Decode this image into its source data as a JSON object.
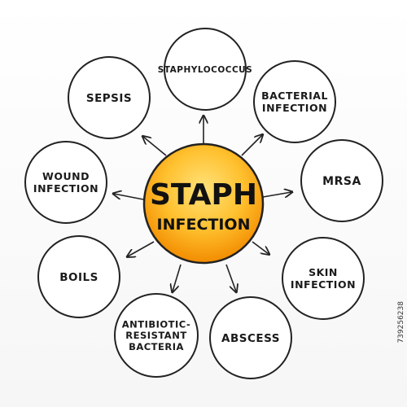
{
  "center": {
    "line1": "STAPH",
    "line2": "INFECTION",
    "fill_inner": "#ffd35a",
    "fill_outer": "#f28c00"
  },
  "nodes": [
    {
      "id": "staphylococcus",
      "lines": [
        "STAPHYLOCOCCUS"
      ]
    },
    {
      "id": "bacterial-infection",
      "lines": [
        "BACTERIAL",
        "INFECTION"
      ]
    },
    {
      "id": "mrsa",
      "lines": [
        "MRSA"
      ]
    },
    {
      "id": "skin-infection",
      "lines": [
        "SKIN",
        "INFECTION"
      ]
    },
    {
      "id": "abscess",
      "lines": [
        "ABSCESS"
      ]
    },
    {
      "id": "antibiotic-resistant-bacteria",
      "lines": [
        "ANTIBIOTIC-",
        "RESISTANT",
        "BACTERIA"
      ]
    },
    {
      "id": "boils",
      "lines": [
        "BOILS"
      ]
    },
    {
      "id": "wound-infection",
      "lines": [
        "WOUND",
        "INFECTION"
      ]
    },
    {
      "id": "sepsis",
      "lines": [
        "SEPSIS"
      ]
    }
  ],
  "stock_id": "739256238",
  "colors": {
    "outline": "#222222",
    "arrow": "#222222",
    "node_fill": "#ffffff"
  }
}
